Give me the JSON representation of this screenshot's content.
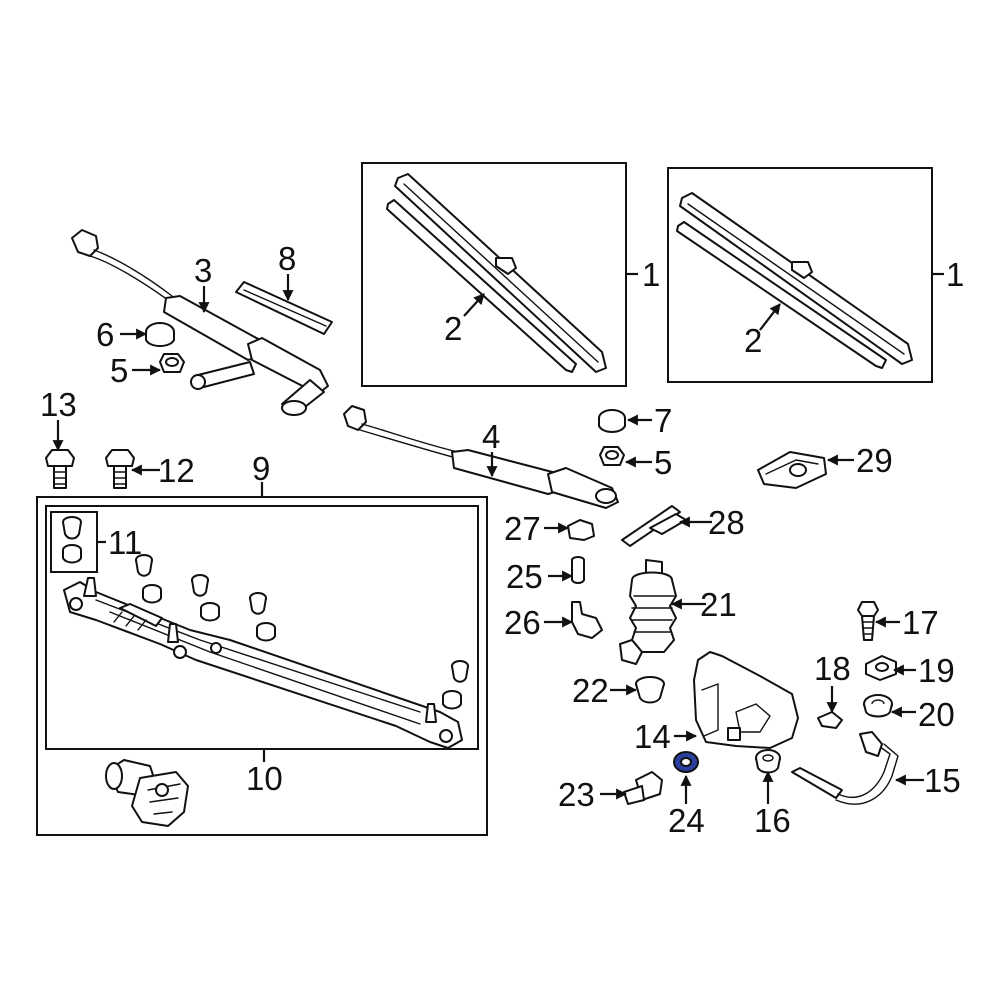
{
  "diagram": {
    "labels": {
      "p1a": "1",
      "p1b": "1",
      "p2a": "2",
      "p2b": "2",
      "p3": "3",
      "p4": "4",
      "p5a": "5",
      "p5b": "5",
      "p6": "6",
      "p7": "7",
      "p8": "8",
      "p9": "9",
      "p10": "10",
      "p11": "11",
      "p12": "12",
      "p13": "13",
      "p14": "14",
      "p15": "15",
      "p16": "16",
      "p17": "17",
      "p18": "18",
      "p19": "19",
      "p20": "20",
      "p21": "21",
      "p22": "22",
      "p23": "23",
      "p24": "24",
      "p25": "25",
      "p26": "26",
      "p27": "27",
      "p28": "28",
      "p29": "29"
    },
    "highlight_color": "#2a3f9e"
  }
}
